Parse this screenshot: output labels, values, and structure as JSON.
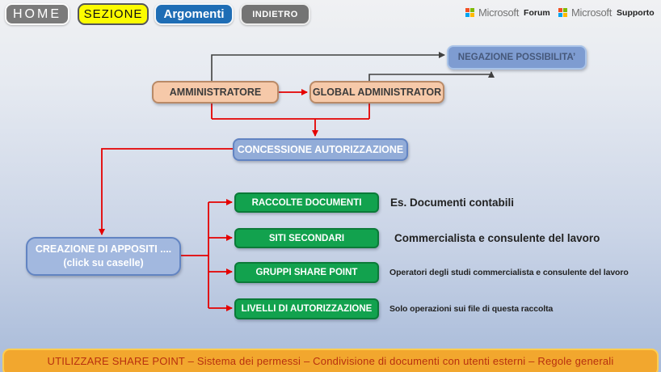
{
  "nav": {
    "home": "HOME",
    "sezione": "SEZIONE",
    "argomenti": "Argomenti",
    "indietro": "INDIETRO"
  },
  "header_links": {
    "forum": {
      "brand": "Microsoft",
      "label": "Forum"
    },
    "supporto": {
      "brand": "Microsoft",
      "label": "Supporto"
    }
  },
  "diagram": {
    "negazione": "NEGAZIONE POSSIBILITA’",
    "amministratore": "AMMINISTRATORE",
    "global_administrator": "GLOBAL ADMINISTRATOR",
    "concessione": "CONCESSIONE AUTORIZZAZIONE",
    "creazione_line1": "CREAZIONE DI APPOSITI ....",
    "creazione_line2": "(click su caselle)",
    "rows": [
      {
        "label": "RACCOLTE DOCUMENTI",
        "note": "Es. Documenti contabili"
      },
      {
        "label": "SITI SECONDARI",
        "note": "Commercialista e consulente del lavoro"
      },
      {
        "label": "GRUPPI SHARE POINT",
        "note": "Operatori degli studi commercialista e consulente del lavoro"
      },
      {
        "label": "LIVELLI DI AUTORIZZAZIONE",
        "note": "Solo operazioni sui file di questa raccolta"
      }
    ]
  },
  "footer": {
    "banner": "UTILIZZARE SHARE POINT – Sistema dei permessi – Condivisione di documenti con utenti esterni – Regole generali"
  },
  "colors": {
    "green_box": "#12A24E",
    "green_border": "#0B7A38",
    "peach_box": "#F6C9A9",
    "blue_box": "#7E9CD1",
    "light_blue_box": "#A2B8DF",
    "banner_fill": "#F2A72E",
    "banner_text": "#B8300F",
    "red_connector": "#E50000",
    "dark_connector": "#404040",
    "ms_red": "#F25022",
    "ms_green": "#7FBA00",
    "ms_blue": "#00A4EF",
    "ms_yellow": "#FFB900"
  }
}
